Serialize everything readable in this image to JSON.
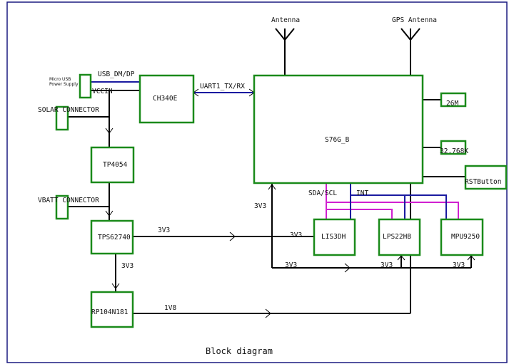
{
  "title": "Block diagram",
  "blocks": {
    "ch340e": "CH340E",
    "s76g": "S76G_B",
    "tp4054": "TP4054",
    "tps62740": "TPS62740",
    "rp104": "RP104N181",
    "lis3dh": "LIS3DH",
    "lps22": "LPS22HB",
    "mpu9250": "MPU9250",
    "osc26": "26M",
    "osc32": "32.768K",
    "rst": "RSTButton"
  },
  "connectors": {
    "usb_line1": "Micro USB",
    "usb_line2": "Power Supply",
    "solar": "SOLAR CONNECTOR",
    "vbatt": "VBATT CONNECTOR"
  },
  "antennas": {
    "lora": "Antenna",
    "gps": "GPS Antenna"
  },
  "nets": {
    "usb_dm_dp": "USB_DM/DP",
    "vccin": "VCCIN",
    "uart": "UART1_TX/RX",
    "sda_scl": "SDA/SCL",
    "int": "INT",
    "v3v3_main": "3V3",
    "v3v3_left": "3V3",
    "v3v3_vert": "3V3",
    "v3v3_lis_in": "3V3",
    "v3v3_bus": "3V3",
    "v3v3_lps": "3V3",
    "v3v3_mpu": "3V3",
    "v1v8": "1V8"
  },
  "colors": {
    "block_border": "#1a8a1a",
    "usb_bus": "#1a1aa0",
    "int_bus": "#1a1aa0",
    "i2c_bus": "#d020d0",
    "frame": "#1a1a80"
  }
}
